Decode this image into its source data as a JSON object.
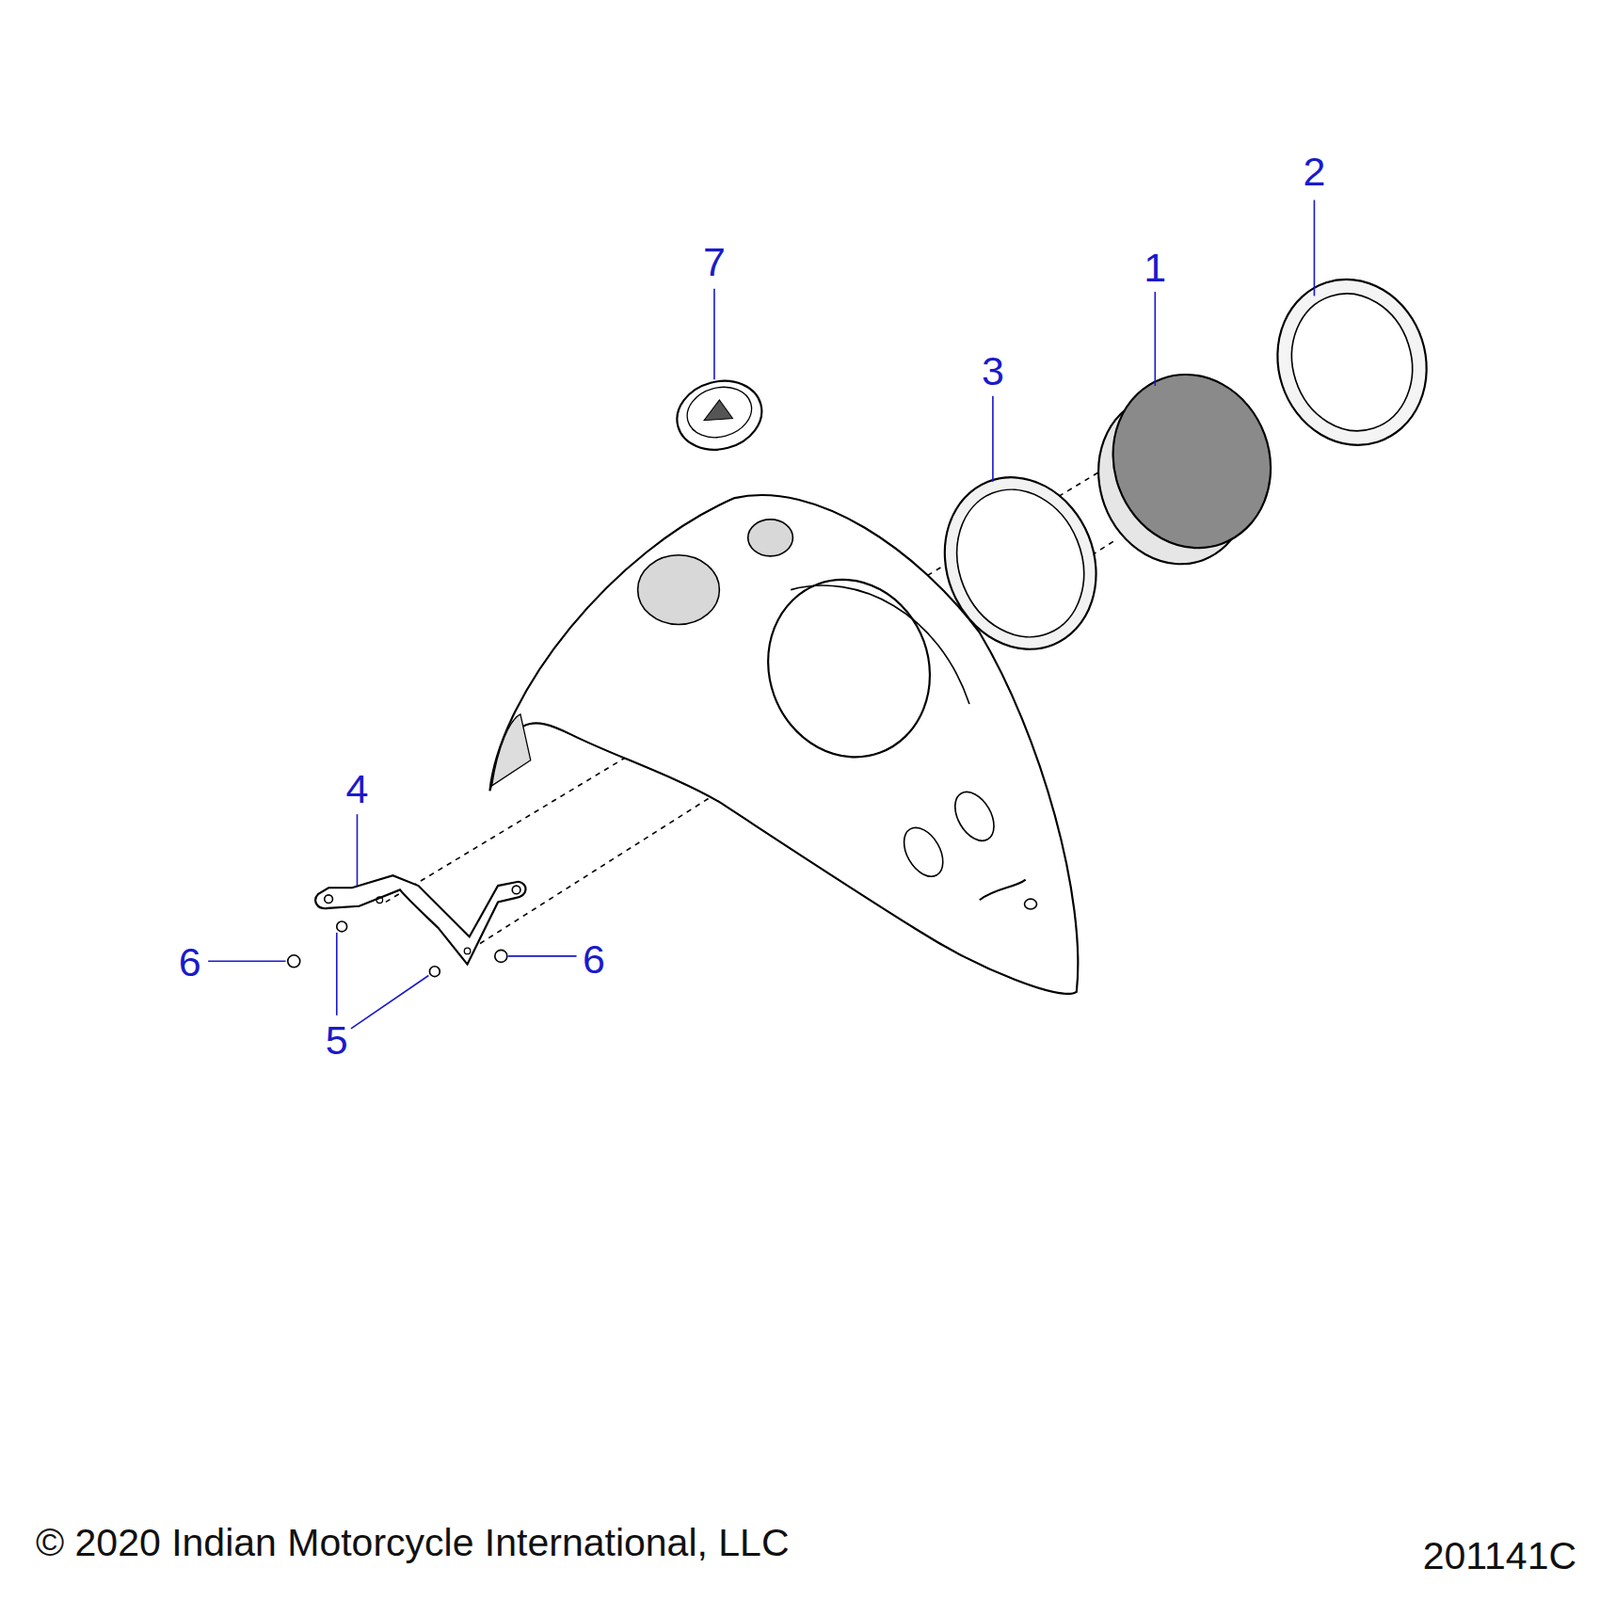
{
  "diagram": {
    "labels": [
      "7",
      "2",
      "1",
      "3",
      "4",
      "6",
      "6",
      "5",
      "© 2020 Indian Motorcycle International, LLC",
      "201141C"
    ]
  }
}
